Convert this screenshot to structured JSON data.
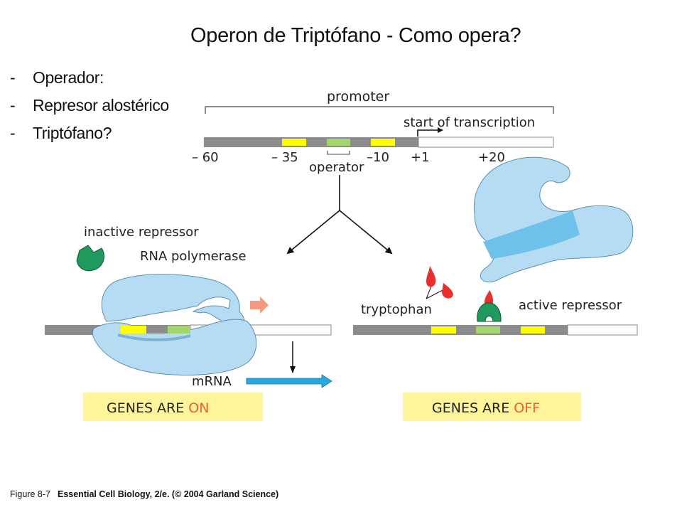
{
  "slide": {
    "title": "Operon de Triptófano - Como opera?",
    "bullets": [
      {
        "dash": "-",
        "text": "Operador:"
      },
      {
        "dash": "-",
        "text": "Represor alostérico"
      },
      {
        "dash": "-",
        "text": "Triptófano?"
      }
    ]
  },
  "figure": {
    "promoter_label": "promoter",
    "start_label": "start of transcription",
    "positions": {
      "p_minus60": "– 60",
      "p_minus35": "– 35",
      "p_minus10": "–10",
      "p_plus1": "+1",
      "p_plus20": "+20"
    },
    "operator_label": "operator",
    "left_panel": {
      "inactive_repressor": "inactive repressor",
      "rna_polymerase": "RNA polymerase",
      "mrna": "mRNA",
      "state_prefix": "GENES ARE ",
      "state_word": "ON"
    },
    "right_panel": {
      "tryptophan": "tryptophan",
      "active_repressor": "active repressor",
      "state_prefix": "GENES ARE ",
      "state_word": "OFF"
    },
    "colors": {
      "dna": "#8c8c8c",
      "box_yellow": "#ffff00",
      "box_green": "#a4d46c",
      "polymerase": "#b6dcf4",
      "repressor": "#1f9a5c",
      "tryptophan": "#e8302e",
      "arrow_blue": "#2aa8e0",
      "state_box": "#fdf49c",
      "on_off": "#f25f2b"
    }
  },
  "caption": {
    "figure_number": "Figure 8-7",
    "source": "Essential Cell Biology, 2/e. (© 2004 Garland Science)"
  }
}
